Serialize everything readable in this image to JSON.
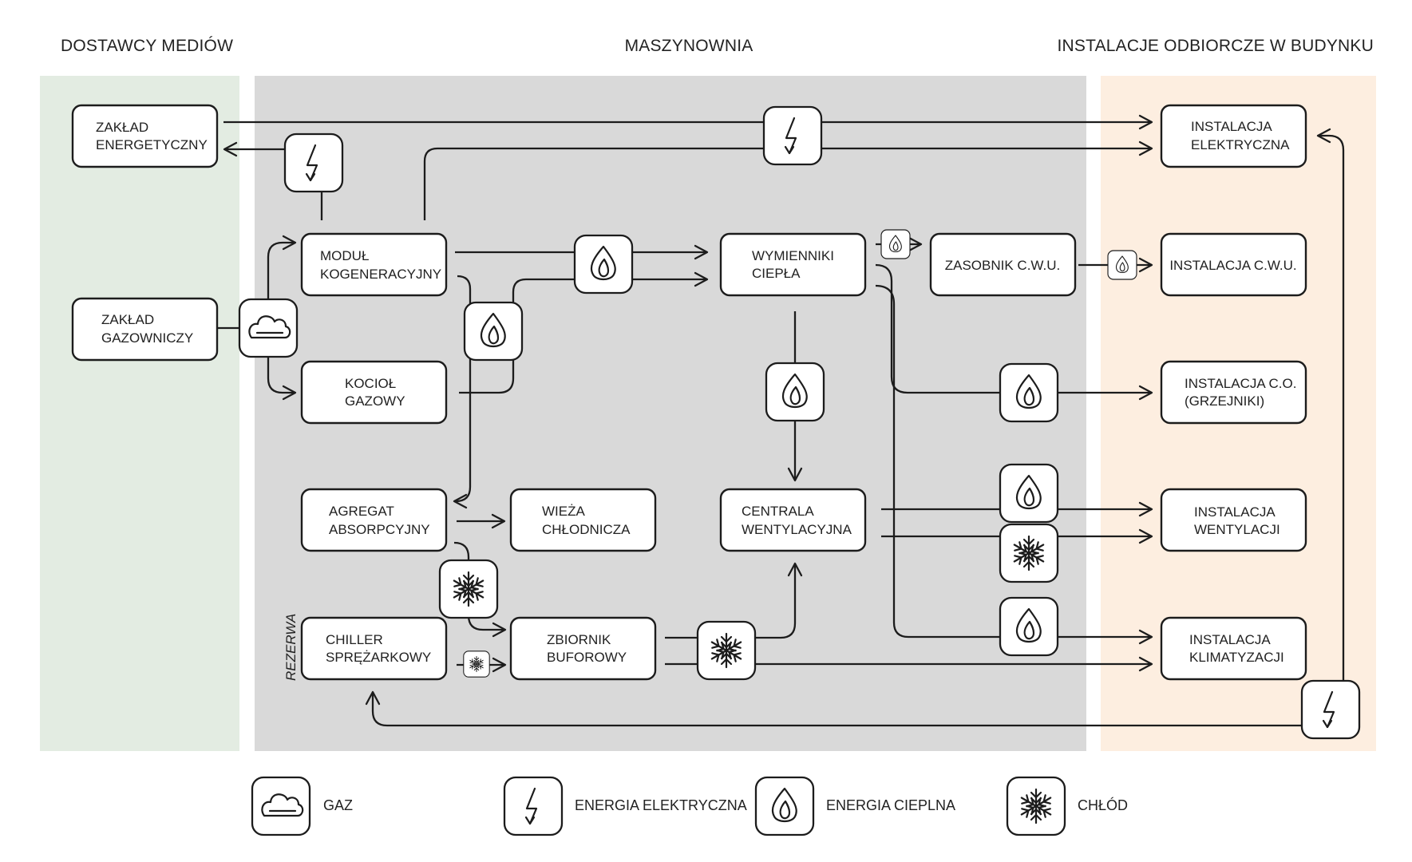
{
  "headers": {
    "left": "DOSTAWCY MEDIÓW",
    "center": "MASZYNOWNIA",
    "right": "INSTALACJE ODBIORCZE W BUDYNKU"
  },
  "zone_colors": {
    "suppliers": "#e3ece2",
    "machine_room": "#d9d9d9",
    "building": "#fdeee0"
  },
  "nodes": {
    "zaklad_energetyczny": [
      "ZAKŁAD",
      "ENERGETYCZNY"
    ],
    "zaklad_gazowniczy": [
      "ZAKŁAD",
      "GAZOWNICZY"
    ],
    "modul_kogeneracyjny": [
      "MODUŁ",
      "KOGENERACYJNY"
    ],
    "kociol_gazowy": [
      "KOCIOŁ",
      "GAZOWY"
    ],
    "wymienniki_ciepla": [
      "WYMIENNIKI",
      "CIEPŁA"
    ],
    "zasobnik_cwu": [
      "ZASOBNIK C.W.U."
    ],
    "agregat_absorpcyjny": [
      "AGREGAT",
      "ABSORPCYJNY"
    ],
    "wieza_chlodnicza": [
      "WIEŻA",
      "CHŁODNICZA"
    ],
    "centrala_wentylacyjna": [
      "CENTRALA",
      "WENTYLACYJNA"
    ],
    "chiller_sprezarkowy": [
      "CHILLER",
      "SPRĘŻARKOWY"
    ],
    "zbiornik_buforowy": [
      "ZBIORNIK",
      "BUFOROWY"
    ],
    "instalacja_elektryczna": [
      "INSTALACJA",
      "ELEKTRYCZNA"
    ],
    "instalacja_cwu": [
      "INSTALACJA C.W.U."
    ],
    "instalacja_co": [
      "INSTALACJA C.O.",
      "(GRZEJNIKI)"
    ],
    "instalacja_wentylacji": [
      "INSTALACJA",
      "WENTYLACJI"
    ],
    "instalacja_klimatyzacji": [
      "INSTALACJA",
      "KLIMATYZACJI"
    ]
  },
  "rezerwa_label": "REZERWA",
  "legend": {
    "gas": "GAZ",
    "electric": "ENERGIA ELEKTRYCZNA",
    "heat": "ENERGIA CIEPLNA",
    "cold": "CHŁÓD"
  },
  "icons": {
    "gas": "cloud-icon",
    "electric": "lightning-icon",
    "heat": "flame-icon",
    "cold": "snowflake-icon"
  }
}
